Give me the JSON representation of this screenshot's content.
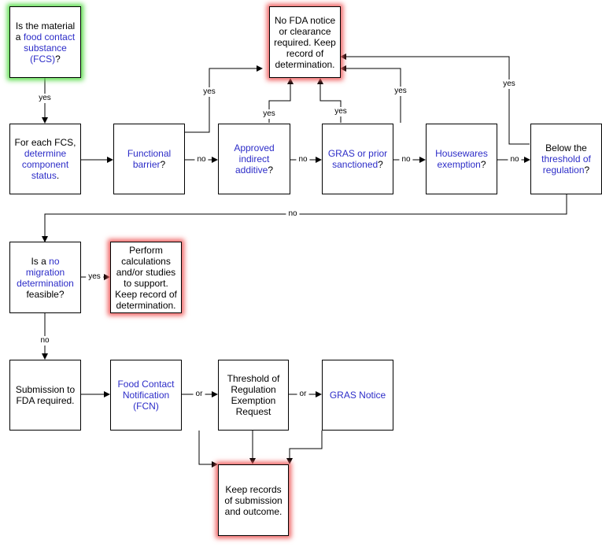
{
  "nodes": {
    "start": {
      "pre": "Is the material a ",
      "link": "food contact substance (FCS)",
      "post": "?"
    },
    "no_fda": {
      "text": "No FDA notice or clearance required. Keep record of determination."
    },
    "each_fcs": {
      "pre": "For each FCS, ",
      "link": "determine component status",
      "post": "."
    },
    "functional_barrier": {
      "link": "Functional barrier",
      "post": "?"
    },
    "approved_indirect": {
      "link": "Approved indirect additive",
      "post": "?"
    },
    "gras_prior": {
      "link": "GRAS or prior sanctioned",
      "post": "?"
    },
    "housewares": {
      "link": "Housewares exemption",
      "post": "?"
    },
    "threshold": {
      "pre": "Below the ",
      "link": "threshold of regulation",
      "post": "?"
    },
    "no_migration": {
      "pre": "Is a ",
      "link": "no migration determination",
      "post": " feasible?"
    },
    "perform_calc": {
      "text": "Perform calculations and/or studies to support. Keep record of determination."
    },
    "submission": {
      "text": "Submission to FDA required."
    },
    "fcn": {
      "link": "Food Contact Notification (FCN)"
    },
    "tor_request": {
      "text": "Threshold of Regulation Exemption Request"
    },
    "gras_notice": {
      "link": "GRAS Notice"
    },
    "keep_records": {
      "text": "Keep records of submission and outcome."
    }
  },
  "edge_labels": {
    "yes": "yes",
    "no": "no",
    "or": "or"
  },
  "colors": {
    "link": "#2d2dc8",
    "start_glow": "#5bdc4c",
    "end_glow": "#f06262"
  }
}
